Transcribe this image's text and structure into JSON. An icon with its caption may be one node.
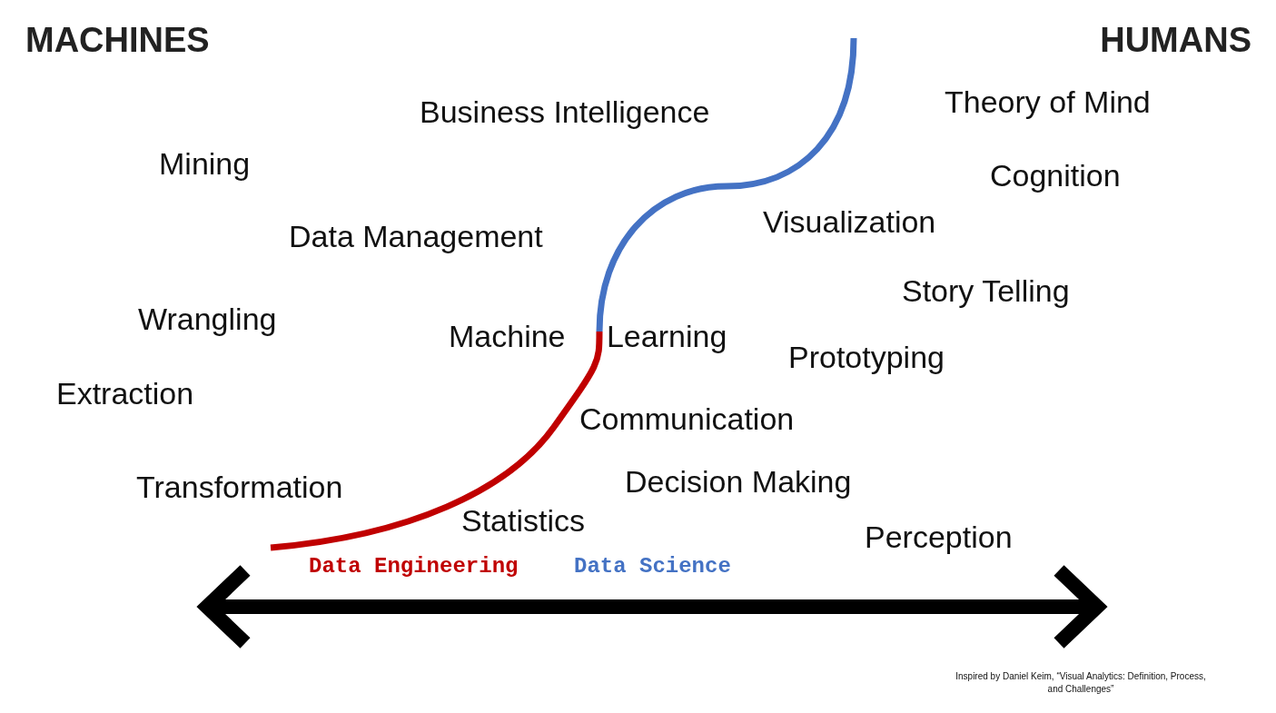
{
  "diagram": {
    "labels": [
      "MACHINES",
      "HUMANS",
      "Business Intelligence",
      "Theory of Mind",
      "Mining",
      "Cognition",
      "Visualization",
      "Data Management",
      "Story Telling",
      "Wrangling",
      "Machine Learning",
      "Prototyping",
      "Extraction",
      "Communication",
      "Transformation",
      "Decision Making",
      "Statistics",
      "Perception",
      "Data Engineering",
      "Data Science",
      "Inspired by Daniel Keim, “Visual Analytics: Definition, Process, and Challenges”"
    ]
  }
}
